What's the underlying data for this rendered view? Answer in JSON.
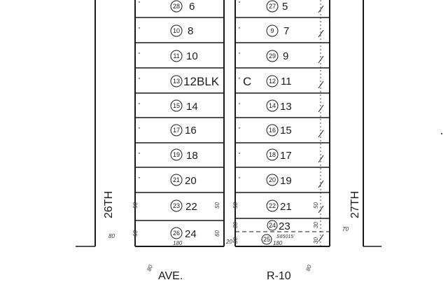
{
  "map": {
    "block_label": "BLK",
    "block_letter": "C",
    "street_left": "26TH",
    "street_right": "27TH",
    "avenue_left": "AVE.",
    "avenue_right": "R-10",
    "ink_color": "#1a1a1a",
    "paper_color": "#ffffff"
  },
  "left_lots": [
    {
      "parcel": "28",
      "lot": "6"
    },
    {
      "parcel": "10",
      "lot": "8"
    },
    {
      "parcel": "11",
      "lot": "10"
    },
    {
      "parcel": "13",
      "lot": "12"
    },
    {
      "parcel": "15",
      "lot": "14"
    },
    {
      "parcel": "17",
      "lot": "16"
    },
    {
      "parcel": "19",
      "lot": "18"
    },
    {
      "parcel": "21",
      "lot": "20"
    },
    {
      "parcel": "23",
      "lot": "22"
    },
    {
      "parcel": "26",
      "lot": "24"
    }
  ],
  "right_lots": [
    {
      "parcel": "27",
      "lot": "5"
    },
    {
      "parcel": "9",
      "lot": "7"
    },
    {
      "parcel": "29",
      "lot": "9"
    },
    {
      "parcel": "12",
      "lot": "11"
    },
    {
      "parcel": "14",
      "lot": "13"
    },
    {
      "parcel": "16",
      "lot": "15"
    },
    {
      "parcel": "18",
      "lot": "17"
    },
    {
      "parcel": "20",
      "lot": "19"
    },
    {
      "parcel": "22",
      "lot": "21"
    },
    {
      "parcel": "24",
      "lot": "23"
    }
  ],
  "extra_parcel": {
    "parcel": "25"
  },
  "dimensions": {
    "left_lot_width_a": "50",
    "left_lot_width_b": "50",
    "left_lot_width_c": "60",
    "left_lot_width_d": "60",
    "right_lot_width_a": "50",
    "right_lot_width_b": "50",
    "right_lot_width_c": "30",
    "right_lot_width_d": "30",
    "right_lot_width_e": "30",
    "right_lot_width_f": "30",
    "bottom_left_depth": "180",
    "bottom_right_depth": "180",
    "alley_width": "20",
    "left_street_dim": "80",
    "right_street_dim": "70",
    "avenue_dim_left": "80",
    "avenue_dim_right": "80",
    "bearing_note": "S65015'"
  }
}
